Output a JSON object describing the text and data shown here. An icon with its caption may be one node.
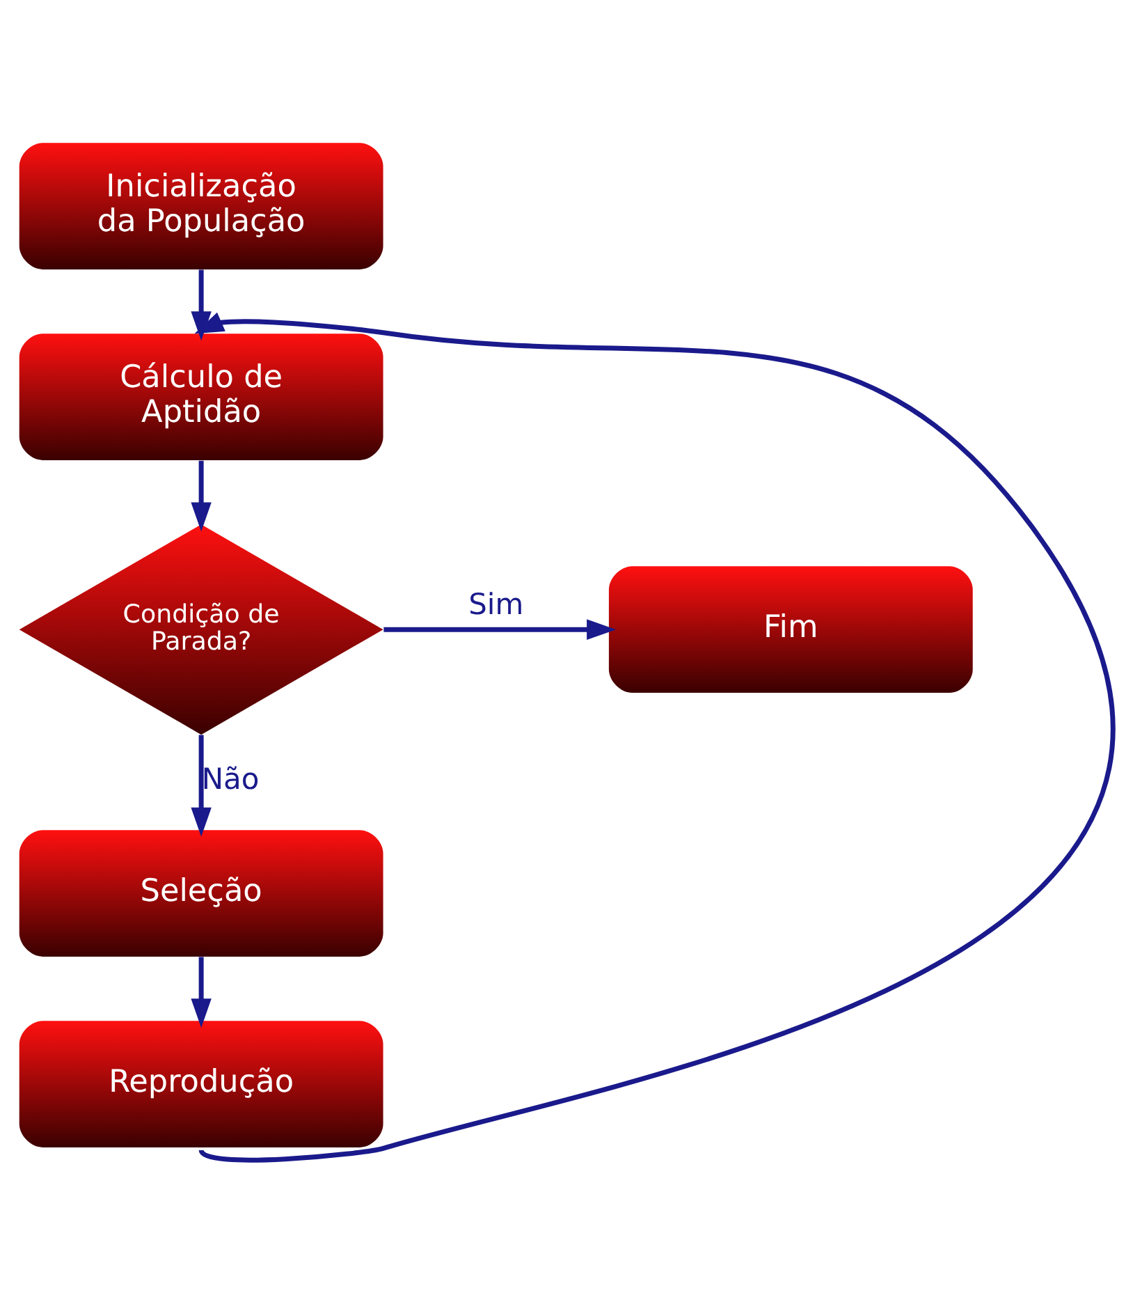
{
  "diagram": {
    "nodes": [
      {
        "text": [
          "Inicialização da População"
        ]
      },
      {
        "text": [
          "Cálculo de Aptidão"
        ]
      },
      {
        "text": [
          "Condição de Parada?"
        ]
      },
      {
        "text": [
          "Fim"
        ]
      },
      {
        "text": [
          "Seleção"
        ]
      },
      {
        "text": [
          "Reprodução"
        ]
      }
    ],
    "edges": [
      {
        "from": 0,
        "to": 1,
        "arrow": "to"
      },
      {
        "from": 1,
        "to": 2,
        "arrow": "to"
      },
      {
        "from": 2,
        "to": 3,
        "arrow": "to",
        "label": "Sim"
      },
      {
        "from": 2,
        "to": 4,
        "arrow": "to",
        "label": "Não"
      },
      {
        "from": 4,
        "to": 5,
        "arrow": "to"
      },
      {
        "from": 5,
        "to": 1,
        "arrow": "to"
      }
    ]
  }
}
